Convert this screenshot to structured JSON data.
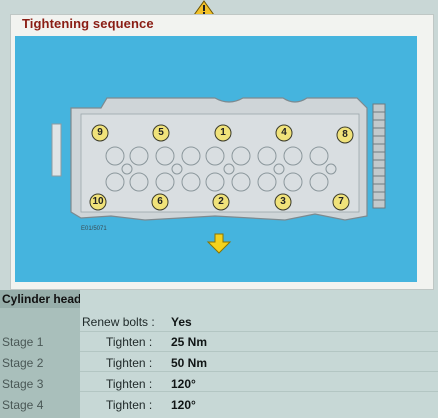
{
  "warning_icon": "warning-triangle-icon",
  "panel": {
    "title": "Tightening sequence",
    "part_code": "E01/5071"
  },
  "bolts": [
    {
      "n": "1"
    },
    {
      "n": "2"
    },
    {
      "n": "3"
    },
    {
      "n": "4"
    },
    {
      "n": "5"
    },
    {
      "n": "6"
    },
    {
      "n": "7"
    },
    {
      "n": "8"
    },
    {
      "n": "9"
    },
    {
      "n": "10"
    }
  ],
  "footer": {
    "section_title": "Cylinder head",
    "renew_label": "Renew bolts :",
    "renew_value": "Yes",
    "stages": [
      {
        "name": "Stage 1",
        "action": "Tighten :",
        "value": "25 Nm"
      },
      {
        "name": "Stage 2",
        "action": "Tighten :",
        "value": "50 Nm"
      },
      {
        "name": "Stage 3",
        "action": "Tighten :",
        "value": "120°"
      },
      {
        "name": "Stage 4",
        "action": "Tighten :",
        "value": "120°"
      }
    ]
  },
  "colors": {
    "diagram_bg": "#45b4de",
    "title": "#8a1d14",
    "bolt_fill": "#f0e27a",
    "arrow": "#f4d21e"
  }
}
